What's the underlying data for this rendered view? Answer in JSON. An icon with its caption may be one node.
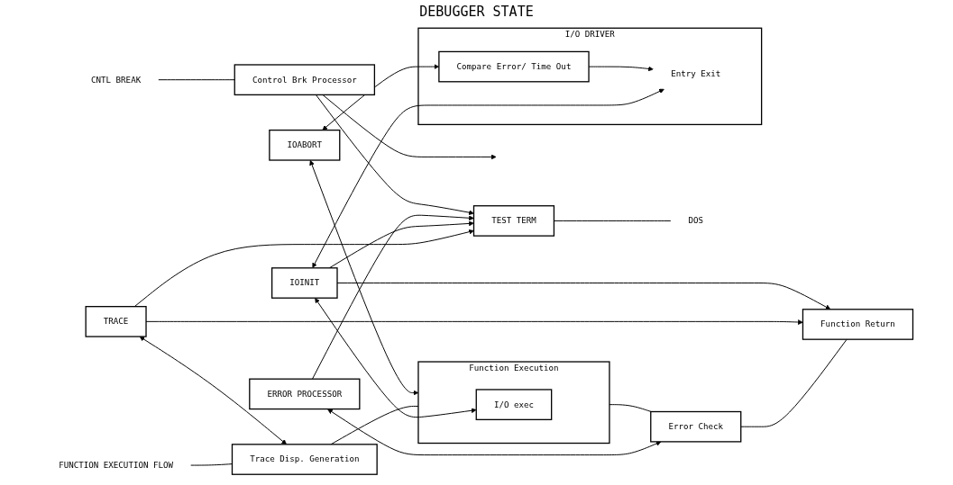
{
  "diagram": {
    "nodes": [
      {
        "text": [
          "FUNCTION EXECUTION FLOW"
        ]
      },
      {
        "text": [
          "Trace Disp. Generation"
        ]
      },
      {
        "text": [
          "Function Execution"
        ]
      },
      {
        "text": [
          "I/O exec"
        ],
        "in": 2
      },
      {
        "text": [
          "Error Check"
        ]
      },
      {
        "text": [
          "Function Return"
        ]
      },
      {
        "text": [
          "TRACE"
        ]
      },
      {
        "text": [
          "IOINIT"
        ]
      },
      {
        "text": [
          "IOABORT"
        ]
      },
      {
        "text": [
          "ERROR PROCESSOR"
        ]
      },
      {
        "text": [
          "TEST TERM"
        ]
      },
      {
        "text": [
          "DOS"
        ]
      },
      {
        "text": [
          "I/O DRIVER"
        ]
      },
      {
        "text": [
          "Entry Exit"
        ],
        "in": 12
      },
      {
        "text": [
          "Compare Error/ Time Out"
        ],
        "in": 12
      },
      {
        "text": [
          "CNTL BREAK"
        ]
      },
      {
        "text": [
          "Control Brk Processor"
        ]
      }
    ],
    "edges": [
      {
        "from": 0,
        "to": 1,
        "arrow": "none"
      },
      {
        "from": 1,
        "to": 2,
        "arrow": "none"
      },
      {
        "from": 2,
        "to": 4,
        "arrow": "none"
      },
      {
        "from": 4,
        "to": 5,
        "arrow": "none"
      },
      {
        "from": 1,
        "to": 6,
        "arrow": "both"
      },
      {
        "from": 6,
        "to": 5,
        "arrow": "to"
      },
      {
        "from": 3,
        "to": 7,
        "arrow": "both"
      },
      {
        "from": 7,
        "to": 5,
        "arrow": "to"
      },
      {
        "from": 2,
        "to": 8,
        "arrow": "both"
      },
      {
        "from": 4,
        "to": 9,
        "arrow": "both"
      },
      {
        "from": 13,
        "to": 7,
        "arrow": "both"
      },
      {
        "from": 6,
        "to": 10,
        "arrow": "to"
      },
      {
        "from": 7,
        "to": 10,
        "arrow": "to"
      },
      {
        "from": 14,
        "to": 8,
        "arrow": "both"
      },
      {
        "from": 9,
        "to": 10,
        "arrow": "to"
      },
      {
        "from": 14,
        "to": 13,
        "arrow": "to"
      },
      {
        "from": 15,
        "to": 16,
        "arrow": "none"
      },
      {
        "from": 16,
        "to": 10,
        "arrow": "to"
      },
      {
        "from": 16,
        "to": null,
        "arrow": "to"
      },
      {
        "from": 10,
        "to": 11,
        "arrow": "none"
      }
    ],
    "labels": [
      "DEBUGGER STATE"
    ]
  }
}
